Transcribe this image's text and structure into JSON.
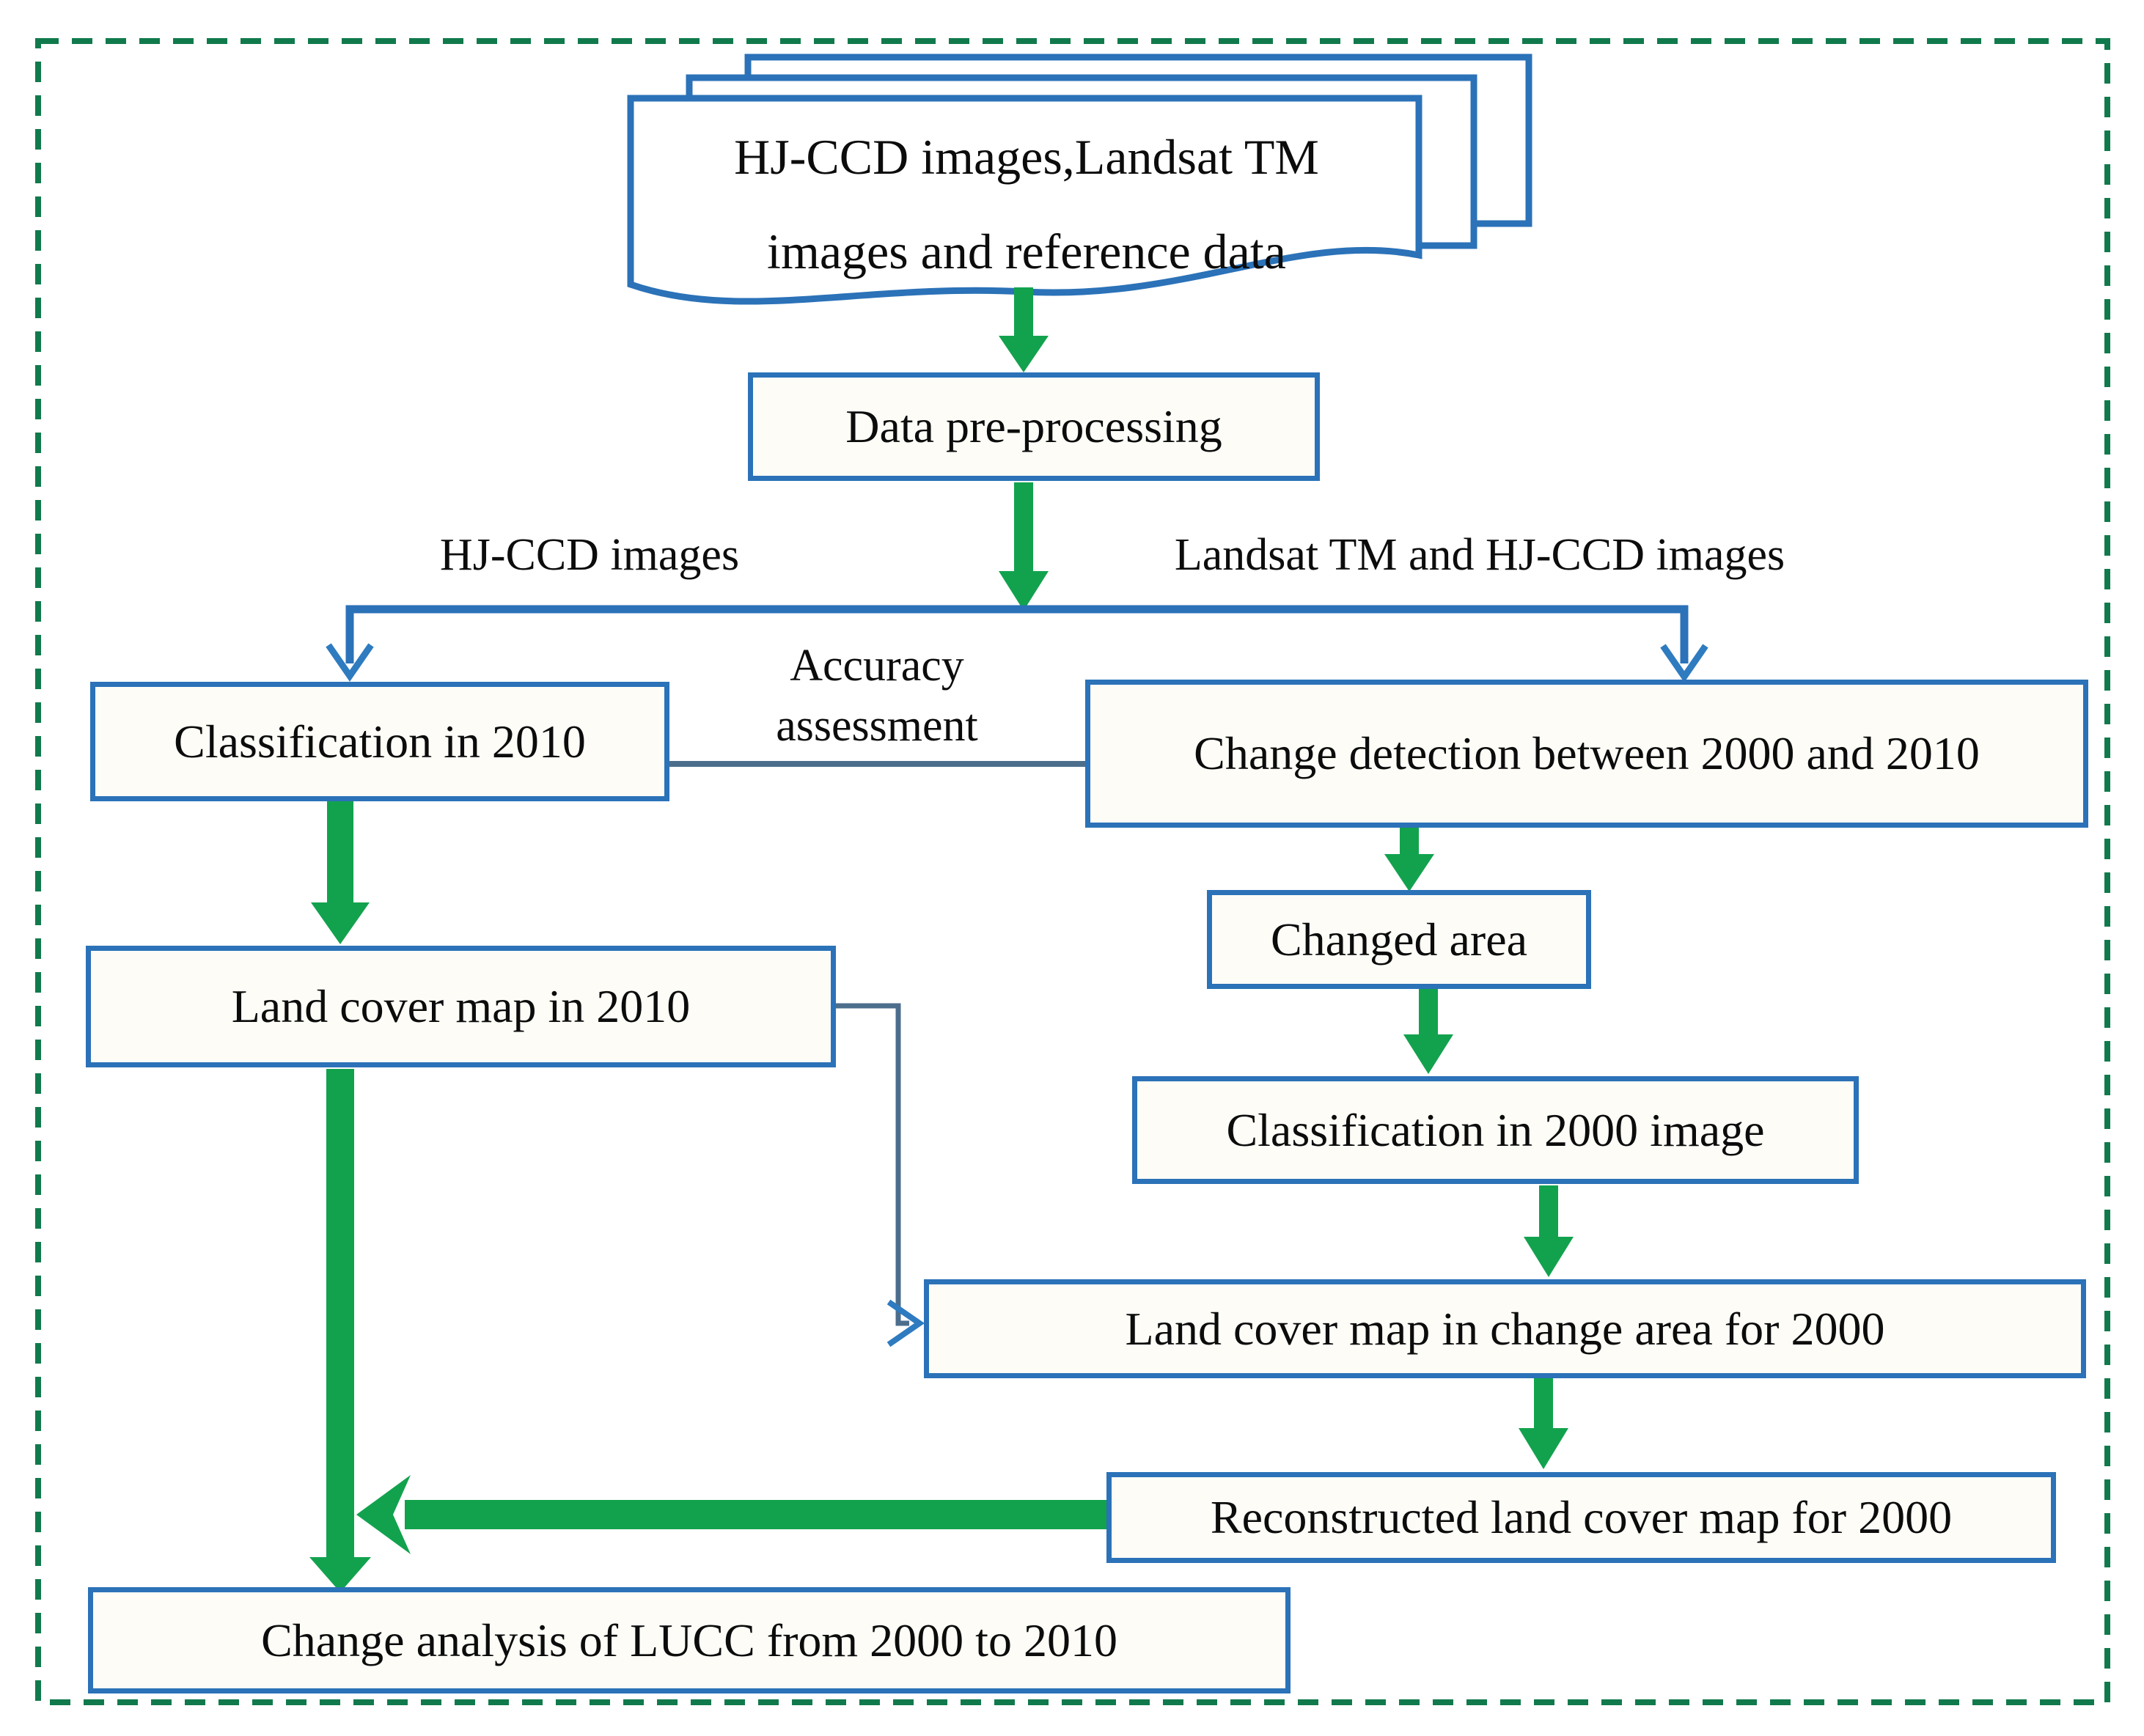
{
  "flowchart": {
    "nodes": {
      "source_data": {
        "line1": "HJ-CCD images,Landsat TM",
        "line2": "images and reference data"
      },
      "preprocessing": {
        "label": "Data pre-processing"
      },
      "classification_2010": {
        "label": "Classification in 2010"
      },
      "change_detection": {
        "label": "Change detection between 2000 and 2010"
      },
      "changed_area": {
        "label": "Changed area"
      },
      "classification_2000": {
        "label": "Classification in 2000 image"
      },
      "land_cover_map_2010": {
        "label": "Land cover map in 2010"
      },
      "land_cover_change_area_2000": {
        "label": "Land cover map in change area for 2000"
      },
      "reconstructed_map_2000": {
        "label": "Reconstructed land cover map for 2000"
      },
      "change_analysis": {
        "label": "Change analysis of LUCC from 2000 to 2010"
      }
    },
    "edge_labels": {
      "left_branch": "HJ-CCD images",
      "right_branch": "Landsat TM and HJ-CCD images",
      "accuracy_line1": "Accuracy",
      "accuracy_line2": "assessment"
    },
    "colors": {
      "box_border": "#2B72B8",
      "box_fill": "#FDFCF7",
      "green_arrow": "#12A24E",
      "blue_arrowhead": "#2E7BC0",
      "thin_connector": "#4C6E8C",
      "dashed_frame": "#117A4C",
      "text": "#0c0c0c"
    }
  }
}
